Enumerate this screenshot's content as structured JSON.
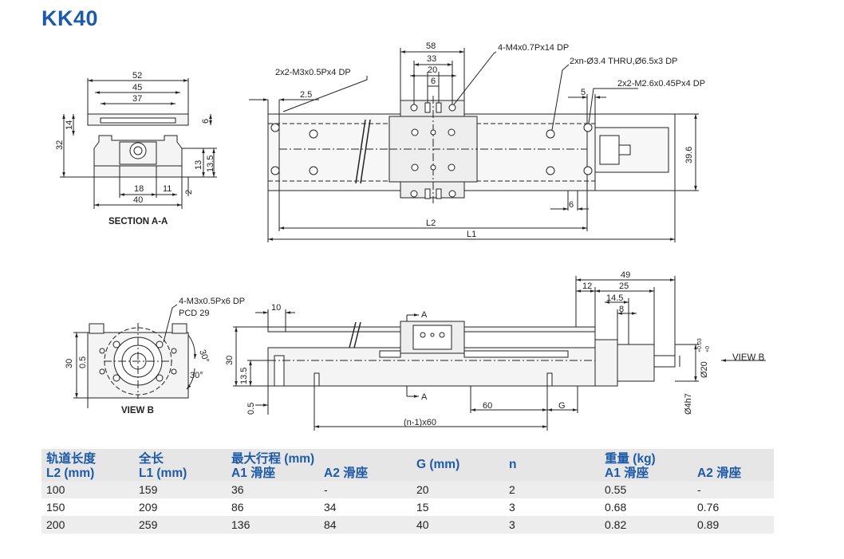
{
  "title": "KK40",
  "drawing": {
    "section": {
      "caption": "SECTION A-A",
      "dims": [
        "52",
        "45",
        "37",
        "14",
        "6",
        "32",
        "13",
        "13.5",
        "18",
        "11",
        "40",
        "2"
      ]
    },
    "top_view": {
      "dims": [
        "58",
        "33",
        "20",
        "6",
        "2.5",
        "5",
        "39.6",
        "6",
        "L2",
        "L1"
      ],
      "notes": [
        "2x2-M3x0.5Px4 DP",
        "4-M4x0.7Px14 DP",
        "2xn-Ø3.4 THRU,Ø6.5x3 DP",
        "2x2-M2.6x0.45Px4 DP"
      ]
    },
    "view_b": {
      "caption": "VIEW B",
      "notes": [
        "4-M3x0.5Px6 DP",
        "PCD  29"
      ],
      "dims": [
        "30",
        "0.5",
        "30°",
        "30°"
      ]
    },
    "side_view": {
      "dims": [
        "10",
        "30",
        "13.5",
        "0.5",
        "60",
        "G",
        "(n-1)x60",
        "49",
        "12",
        "25",
        "14.5",
        "8",
        "Ø20",
        "+0.03",
        "+0",
        "Ø4h7"
      ],
      "labels": [
        "A",
        "A",
        "VIEW B"
      ]
    }
  },
  "table": {
    "headers": {
      "rail": [
        "轨道长度",
        "L2 (mm)"
      ],
      "total": [
        "全长",
        "L1 (mm)"
      ],
      "stroke": "最大行程 (mm)",
      "stroke_a1": "A1 滑座",
      "stroke_a2": "A2 滑座",
      "g": "G (mm)",
      "n": "n",
      "weight": "重量 (kg)",
      "weight_a1": "A1 滑座",
      "weight_a2": "A2 滑座"
    },
    "rows": [
      {
        "l2": "100",
        "l1": "159",
        "s1": "36",
        "s2": "-",
        "g": "20",
        "n": "2",
        "w1": "0.55",
        "w2": "-"
      },
      {
        "l2": "150",
        "l1": "209",
        "s1": "86",
        "s2": "34",
        "g": "15",
        "n": "3",
        "w1": "0.68",
        "w2": "0.76"
      },
      {
        "l2": "200",
        "l1": "259",
        "s1": "136",
        "s2": "84",
        "g": "40",
        "n": "3",
        "w1": "0.82",
        "w2": "0.89"
      }
    ]
  }
}
